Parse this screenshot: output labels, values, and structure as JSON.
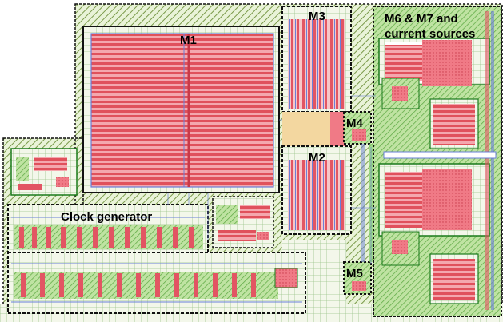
{
  "labels": {
    "m1": "M1",
    "m2": "M2",
    "m3": "M3",
    "m4": "M4",
    "m5": "M5",
    "m67_line1": "M6 & M7 and",
    "m67_line2": "current sources",
    "clock": "Clock generator"
  },
  "colors": {
    "background": "#ffffff",
    "substrate_green": "#7fcf6a",
    "metal_red": "#e8505a",
    "metal_pink": "#f28c9a",
    "poly_blue": "#6a7fd8",
    "outline_black": "#111111",
    "hatch_dark": "#3a5a2a"
  }
}
